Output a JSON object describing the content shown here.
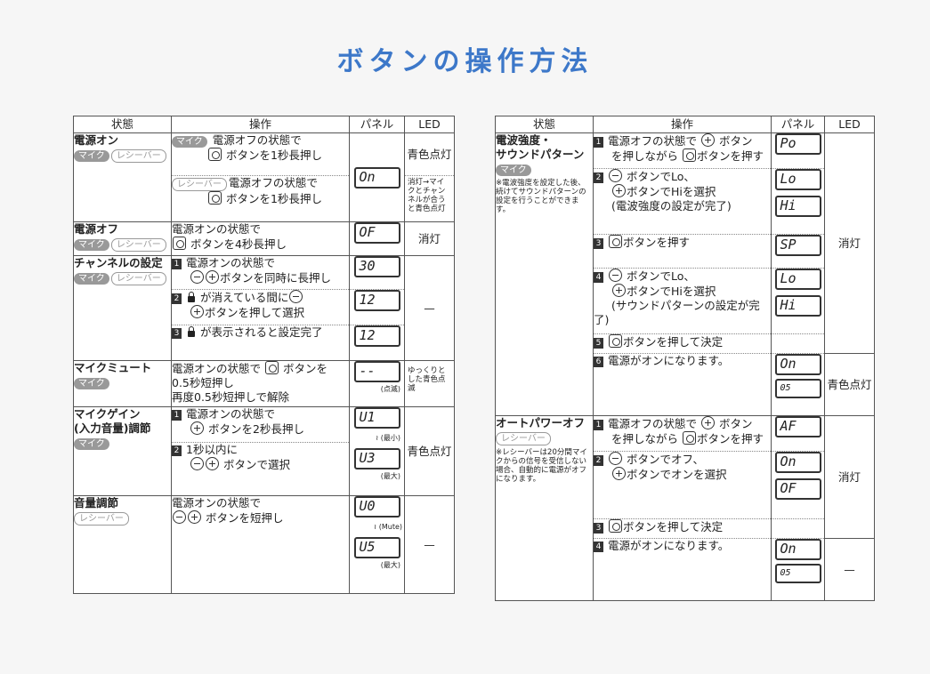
{
  "title": "ボタンの操作方法",
  "headers": {
    "state": "状態",
    "op": "操作",
    "panel": "パネル",
    "led": "LED"
  },
  "tags": {
    "mic": "マイク",
    "rec": "レシーバー"
  },
  "left": {
    "power_on": {
      "state": "電源オン",
      "mic_op1": "電源オフの状態で",
      "mic_op2": "ボタンを1秒長押し",
      "rec_op1": "電源オフの状態で",
      "rec_op2": "ボタンを1秒長押し",
      "panel": "On",
      "led1": "青色点灯",
      "led2": "消灯→マイクとチャンネルが合うと青色点灯"
    },
    "power_off": {
      "state": "電源オフ",
      "op1": "電源オンの状態で",
      "op2": "ボタンを4秒長押し",
      "panel": "OF",
      "led": "消灯"
    },
    "channel": {
      "state": "チャンネルの設定",
      "s1a": "電源オンの状態で",
      "s1b": "ボタンを同時に長押し",
      "s2a": "が消えている間に",
      "s2b": "ボタンを押して選択",
      "s3": "が表示されると設定完了",
      "p1": "30",
      "p2": "12",
      "p3": "12",
      "led": "—"
    },
    "mute": {
      "state": "マイクミュート",
      "op1": "電源オンの状態で",
      "op2": "ボタンを",
      "op3": "0.5秒短押し",
      "op4": "再度0.5秒短押しで解除",
      "panel": "--",
      "blink": "(点滅)",
      "led": "ゆっくりとした青色点滅"
    },
    "gain": {
      "state1": "マイクゲイン",
      "state2": "(入力音量)調節",
      "s1a": "電源オンの状態で",
      "s1b": "ボタンを2秒長押し",
      "s2a": "1秒以内に",
      "s2b": "ボタンで選択",
      "p1": "U1",
      "min": "(最小)",
      "p2": "U3",
      "max": "(最大)",
      "led": "青色点灯"
    },
    "volume": {
      "state": "音量調節",
      "op1": "電源オンの状態で",
      "op2": "ボタンを短押し",
      "p1": "U0",
      "mute": "(Mute)",
      "p2": "U5",
      "max": "(最大)",
      "led": "—"
    }
  },
  "right": {
    "signal": {
      "state1": "電波強度・",
      "state2": "サウンドパターン",
      "note": "※電波強度を設定した後、続けてサウンドパターンの設定を行うことができます。",
      "s1a": "電源オフの状態で",
      "s1b": "ボタン",
      "s1c": "を押しながら",
      "s1d": "ボタンを押す",
      "s2a": "ボタンでLo、",
      "s2b": "ボタンでHiを選択",
      "s2c": "(電波強度の設定が完了)",
      "s3": "ボタンを押す",
      "s4a": "ボタンでLo、",
      "s4b": "ボタンでHiを選択",
      "s4c": "(サウンドパターンの設定が完了)",
      "s5": "ボタンを押して決定",
      "s6": "電源がオンになります。",
      "p1": "Po",
      "p2": "Lo",
      "p3": "Hi",
      "p4": "SP",
      "p5": "Lo",
      "p6": "Hi",
      "p7": "On",
      "p8": "05",
      "led1": "消灯",
      "led2": "青色点灯"
    },
    "autooff": {
      "state": "オートパワーオフ",
      "note": "※レシーバーは20分間マイクからの信号を受信しない場合、自動的に電源がオフになります。",
      "s1a": "電源オフの状態で",
      "s1b": "ボタン",
      "s1c": "を押しながら",
      "s1d": "ボタンを押す",
      "s2a": "ボタンでオフ、",
      "s2b": "ボタンでオンを選択",
      "s3": "ボタンを押して決定",
      "s4": "電源がオンになります。",
      "p1": "AF",
      "p2": "On",
      "p3": "OF",
      "p4": "On",
      "p5": "05",
      "led1": "消灯",
      "led2": "—"
    }
  }
}
